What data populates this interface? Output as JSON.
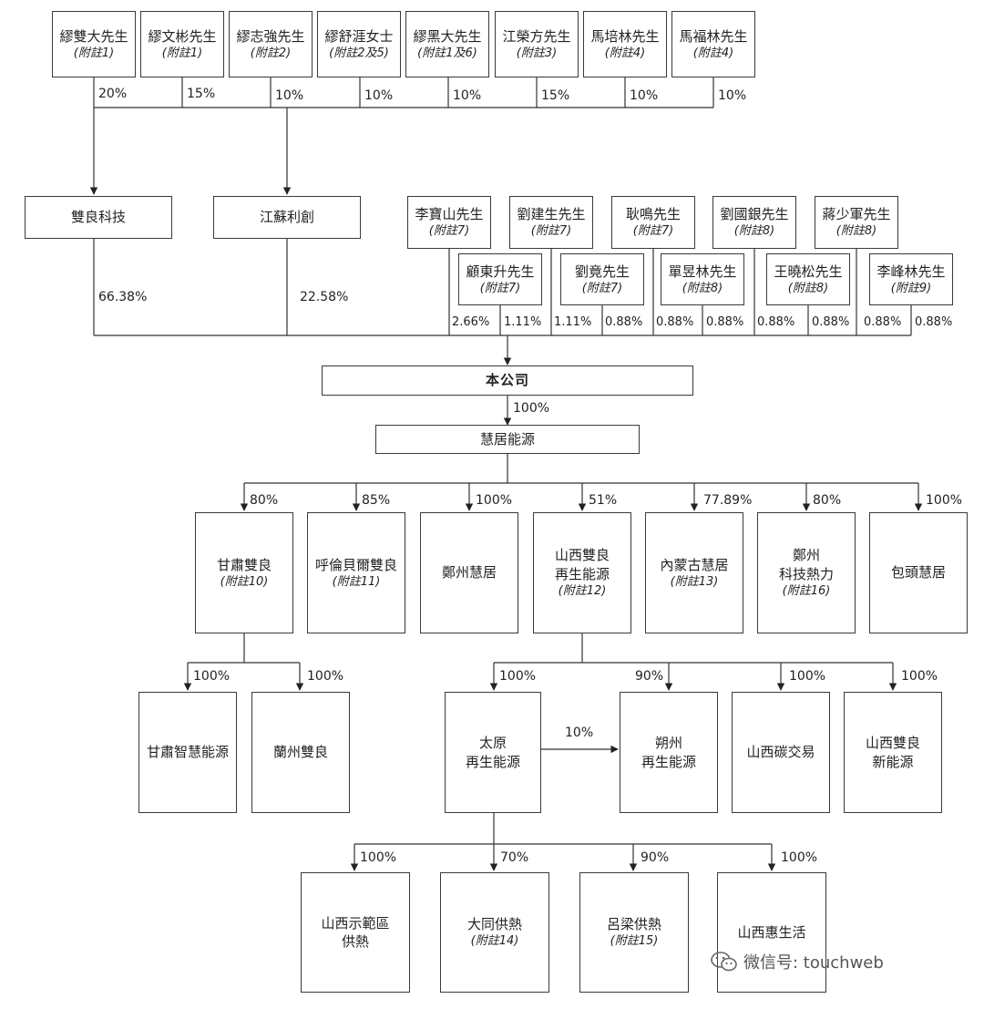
{
  "shareholders": [
    {
      "name": "繆雙大先生",
      "note": "附註1",
      "pct": "20%"
    },
    {
      "name": "繆文彬先生",
      "note": "附註1",
      "pct": "15%"
    },
    {
      "name": "繆志強先生",
      "note": "附註2",
      "pct": "10%"
    },
    {
      "name": "繆舒涯女士",
      "note": "附註2及5",
      "pct": "10%"
    },
    {
      "name": "繆黑大先生",
      "note": "附註1及6",
      "pct": "10%"
    },
    {
      "name": "江榮方先生",
      "note": "附註3",
      "pct": "15%"
    },
    {
      "name": "馬培林先生",
      "note": "附註4",
      "pct": "10%"
    },
    {
      "name": "馬福林先生",
      "note": "附註4",
      "pct": "10%"
    }
  ],
  "holdcos": [
    {
      "name": "雙良科技",
      "pct": "66.38%"
    },
    {
      "name": "江蘇利創",
      "pct": "22.58%"
    }
  ],
  "individuals_top": [
    {
      "name": "李寶山先生",
      "note": "附註7"
    },
    {
      "name": "劉建生先生",
      "note": "附註7"
    },
    {
      "name": "耿鳴先生",
      "note": "附註7"
    },
    {
      "name": "劉國銀先生",
      "note": "附註8"
    },
    {
      "name": "蔣少軍先生",
      "note": "附註8"
    }
  ],
  "individuals_bottom": [
    {
      "name": "顧東升先生",
      "note": "附註7"
    },
    {
      "name": "劉竟先生",
      "note": "附註7"
    },
    {
      "name": "單昱林先生",
      "note": "附註8"
    },
    {
      "name": "王曉松先生",
      "note": "附註8"
    },
    {
      "name": "李峰林先生",
      "note": "附註9"
    }
  ],
  "individual_pcts": [
    "2.66%",
    "1.11%",
    "1.11%",
    "0.88%",
    "0.88%",
    "0.88%",
    "0.88%",
    "0.88%",
    "0.88%",
    "0.88%"
  ],
  "company": {
    "name": "本公司",
    "pct": "100%"
  },
  "sub": {
    "name": "慧居能源"
  },
  "level3": [
    {
      "name": "甘肅雙良",
      "note": "附註10",
      "pct": "80%"
    },
    {
      "name": "呼倫貝爾雙良",
      "note": "附註11",
      "pct": "85%"
    },
    {
      "name": "鄭州慧居",
      "note": "",
      "pct": "100%"
    },
    {
      "name": "山西雙良\n再生能源",
      "note": "附註12",
      "pct": "51%"
    },
    {
      "name": "內蒙古慧居",
      "note": "附註13",
      "pct": "77.89%"
    },
    {
      "name": "鄭州\n科技熱力",
      "note": "附註16",
      "pct": "80%"
    },
    {
      "name": "包頭慧居",
      "note": "",
      "pct": "100%"
    }
  ],
  "gansu_subs": [
    {
      "name": "甘肅智慧能源",
      "pct": "100%"
    },
    {
      "name": "蘭州雙良",
      "pct": "100%"
    }
  ],
  "shanxi_subs": [
    {
      "name": "太原\n再生能源",
      "pct": "100%"
    },
    {
      "name": "朔州\n再生能源",
      "pct": "90%"
    },
    {
      "name": "山西碳交易",
      "pct": "100%"
    },
    {
      "name": "山西雙良\n新能源",
      "pct": "100%"
    }
  ],
  "taiyuan_to_shuozhou_pct": "10%",
  "taiyuan_subs": [
    {
      "name": "山西示範區\n供熱",
      "note": "",
      "pct": "100%"
    },
    {
      "name": "大同供熱",
      "note": "附註14",
      "pct": "70%"
    },
    {
      "name": "呂梁供熱",
      "note": "附註15",
      "pct": "90%"
    },
    {
      "name": "山西惠生活",
      "note": "",
      "pct": "100%"
    }
  ],
  "watermark": "微信号: touchweb"
}
